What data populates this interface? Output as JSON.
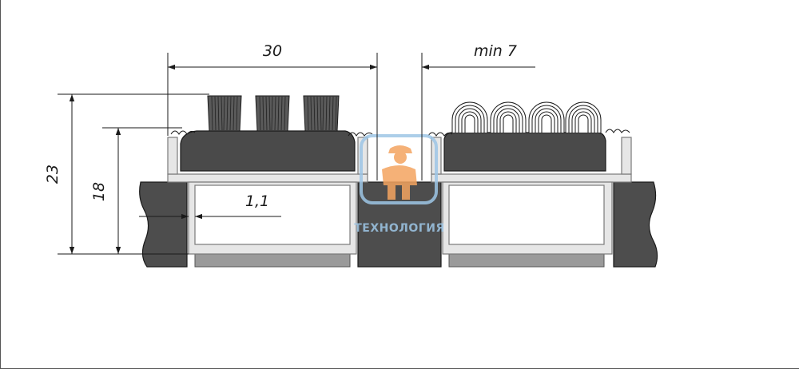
{
  "dimensions": {
    "width_top": "30",
    "gap_min": "min 7",
    "height_total": "23",
    "height_inner": "18",
    "wall_thickness": "1,1"
  },
  "watermark": {
    "text": "ТЕХНОЛОГИЯ"
  },
  "colors": {
    "outline": "#1a1a1a",
    "rubber": "#4a4a4a",
    "floor": "#4d4d4d",
    "aluminium": "#e6e6e6",
    "aluminium_edge": "#7a7a7a",
    "pad": "#9a9a9a",
    "watermark_orange": "#f4a460",
    "watermark_blue": "#9ec6e6"
  }
}
